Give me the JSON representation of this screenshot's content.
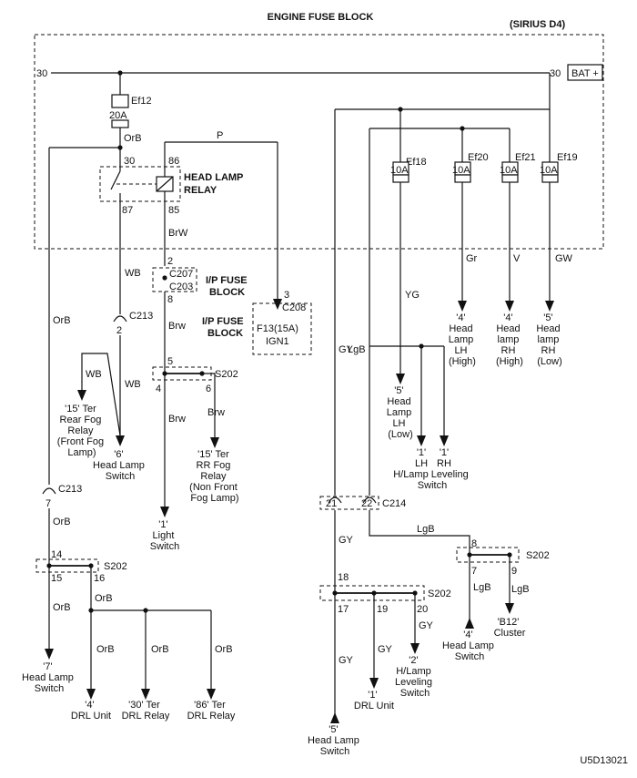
{
  "title": "ENGINE FUSE BLOCK",
  "model": "(SIRIUS D4)",
  "figure_id": "U5D13021",
  "bus": {
    "left": "30",
    "right": "30",
    "bat": "BAT +"
  },
  "fuses": {
    "ef12": {
      "name": "Ef12",
      "rating": "20A"
    },
    "ef18": {
      "name": "Ef18",
      "rating": "10A"
    },
    "ef20": {
      "name": "Ef20",
      "rating": "10A"
    },
    "ef21": {
      "name": "Ef21",
      "rating": "10A"
    },
    "ef19": {
      "name": "Ef19",
      "rating": "10A"
    }
  },
  "relay": {
    "line1": "HEAD LAMP",
    "line2": "RELAY",
    "pin30": "30",
    "pin86": "86",
    "pin87": "87",
    "pin85": "85"
  },
  "wires": {
    "orb": "OrB",
    "p": "P",
    "brw_cap": "BrW",
    "brw": "Brw",
    "wb": "WB",
    "gy": "GY",
    "yg": "YG",
    "lgb": "LgB",
    "gr": "Gr",
    "v": "V",
    "gw": "GW"
  },
  "connectors": {
    "c207": "C207",
    "c203": "C203",
    "c208": "C208",
    "c213a": "C213",
    "c213b": "C213",
    "c214": "C214",
    "s202": "S202",
    "pin2": "2",
    "pin8": "8",
    "pin3": "3",
    "pin5": "5",
    "pin4": "4",
    "pin6": "6",
    "pin14": "14",
    "pin15": "15",
    "pin16": "16",
    "pin21": "21",
    "pin22": "22",
    "pin18": "18",
    "pin17": "17",
    "pin19": "19",
    "pin20": "20",
    "pin8b": "8",
    "pin7": "7",
    "pin9": "9"
  },
  "ip_fuse_block_1": {
    "line1": "I/P FUSE",
    "line2": "BLOCK"
  },
  "ip_fuse_block_2": {
    "line1": "I/P FUSE",
    "line2": "BLOCK",
    "fuse": "F13(15A)",
    "circuit": "IGN1"
  },
  "dests": {
    "rear_fog": [
      "'15' Ter",
      "Rear Fog",
      "Relay",
      "(Front Fog",
      "Lamp)"
    ],
    "hl_switch_6": [
      "'6'",
      "Head Lamp",
      "Switch"
    ],
    "rr_fog": [
      "'15' Ter",
      "RR Fog",
      "Relay",
      "(Non Front",
      "Fog Lamp)"
    ],
    "light_switch": [
      "'1'",
      "Light",
      "Switch"
    ],
    "hl_switch_7": [
      "'7'",
      "Head Lamp",
      "Switch"
    ],
    "drl_unit_4": [
      "'4'",
      "DRL Unit"
    ],
    "drl_relay_30": [
      "'30' Ter",
      "DRL Relay"
    ],
    "drl_relay_86": [
      "'86' Ter",
      "DRL Relay"
    ],
    "hl_lh_low": [
      "'5'",
      "Head",
      "Lamp",
      "LH",
      "(Low)"
    ],
    "leveling_1": "'1'",
    "leveling_2": "'1'",
    "leveling_lh": "LH",
    "leveling_rh": "RH",
    "leveling_text": [
      "H/Lamp Leveling",
      "Switch"
    ],
    "hl_lh_high": [
      "'4'",
      "Head",
      "Lamp",
      "LH",
      "(High)"
    ],
    "hl_rh_high": [
      "'4'",
      "Head",
      "lamp",
      "RH",
      "(High)"
    ],
    "hl_rh_low": [
      "'5'",
      "Head",
      "lamp",
      "RH",
      "(Low)"
    ],
    "hl_switch_5": [
      "'5'",
      "Head Lamp",
      "Switch"
    ],
    "drl_unit_1": [
      "'1'",
      "DRL Unit"
    ],
    "hl_leveling_2": [
      "'2'",
      "H/Lamp",
      "Leveling",
      "Switch"
    ],
    "hl_switch_4": [
      "'4'",
      "Head Lamp",
      "Switch"
    ],
    "cluster": [
      "'B12'",
      "Cluster"
    ]
  }
}
